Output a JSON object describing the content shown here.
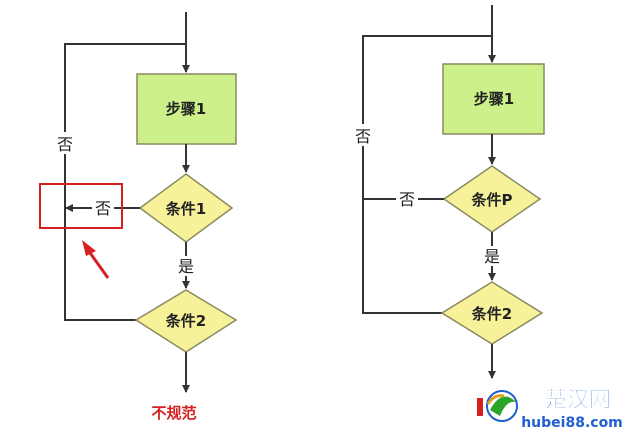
{
  "colors": {
    "process_fill": "#cdf08a",
    "decision_fill": "#f7f29a",
    "node_stroke": "#8a8a60",
    "line": "#333333",
    "highlight": "#d42020",
    "watermark_blue": "#1f5fd0",
    "watermark_green": "#2aa52a"
  },
  "left": {
    "process": "步骤1",
    "decision1": "条件1",
    "decision2": "条件2",
    "no_loop": "否",
    "no_branch": "否",
    "yes": "是",
    "caption": "不规范"
  },
  "right": {
    "process": "步骤1",
    "decision1": "条件P",
    "decision2": "条件2",
    "no_loop": "否",
    "no_branch": "否",
    "yes": "是"
  },
  "watermark": {
    "name": "楚汉网",
    "url": "hubei88.com"
  },
  "icons": [
    "red-arrow-icon",
    "watermark-logo-icon"
  ]
}
